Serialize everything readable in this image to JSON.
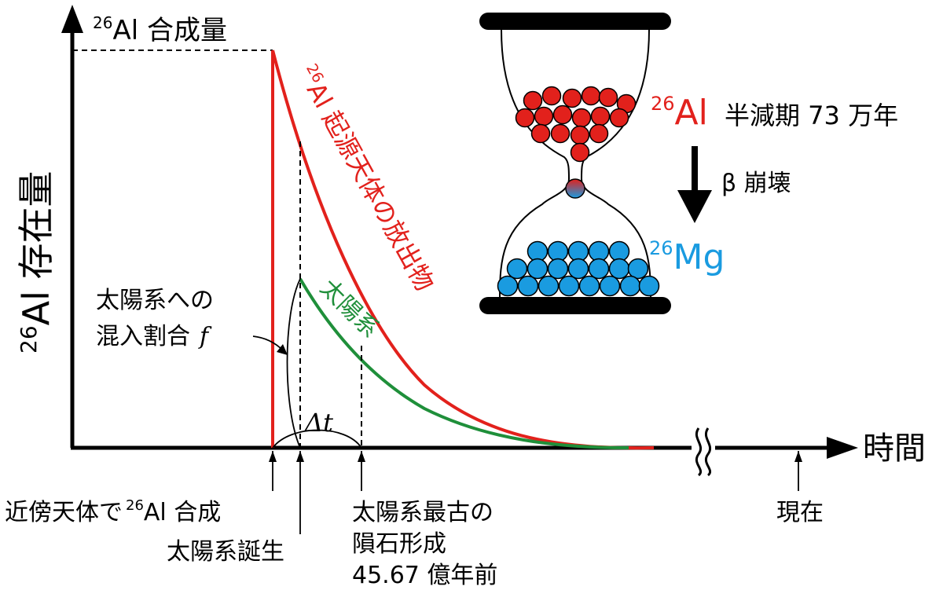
{
  "y_axis": {
    "prefix": "26",
    "label": "Al 存在量"
  },
  "synthesis_level": {
    "prefix": "26",
    "label": "Al 合成量"
  },
  "x_axis": {
    "label": "時間"
  },
  "curves": {
    "source": {
      "prefix": "26",
      "label": "Al 起源天体の放出物",
      "color": "#e2211c"
    },
    "solar": {
      "label": "太陽系",
      "color": "#1f8f3a"
    }
  },
  "mixing": {
    "line1": "太陽系への",
    "line2": "混入割合",
    "symbol": "f"
  },
  "delta_t": "Δt",
  "events": {
    "synthesis": {
      "text": "近傍天体で",
      "prefix": "26",
      "suffix": "Al 合成"
    },
    "solar_birth": {
      "text": "太陽系誕生"
    },
    "oldest_meteorite": {
      "line1": "太陽系最古の",
      "line2": "隕石形成",
      "line3": "45.67 億年前"
    },
    "present": {
      "text": "現在"
    }
  },
  "hourglass": {
    "top": {
      "prefix": "26",
      "element": "Al",
      "text": "半減期 73 万年",
      "color": "#e2211c"
    },
    "decay": {
      "text": "β 崩壊"
    },
    "bottom": {
      "prefix": "26",
      "element": "Mg",
      "color": "#1a9be0"
    }
  },
  "colors": {
    "red": "#e2211c",
    "green": "#1f8f3a",
    "blue": "#1a9be0",
    "black": "#000000"
  },
  "icons": {
    "axis_break": "wavy-break-icon",
    "decay_arrow": "arrow-down-icon",
    "hourglass": "hourglass-icon"
  }
}
